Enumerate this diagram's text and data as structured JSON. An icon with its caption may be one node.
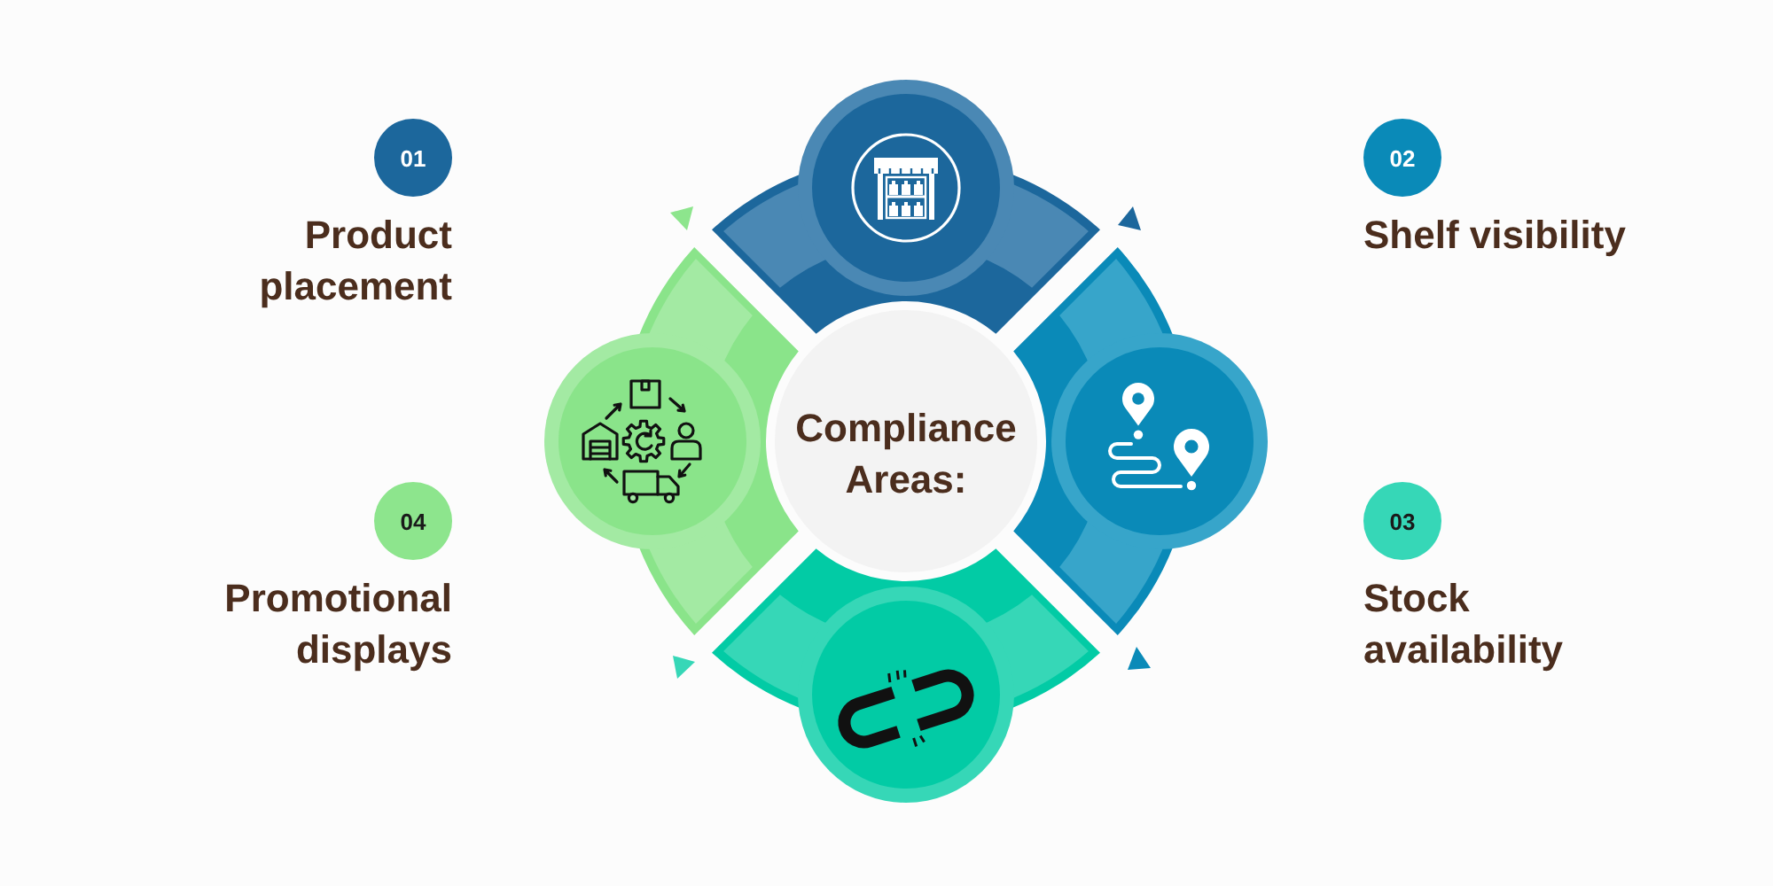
{
  "diagram": {
    "nodes": [
      {
        "text": [
          "Compliance Areas:"
        ]
      },
      {
        "text": [
          "01"
        ],
        "beside": [
          "Product placement"
        ]
      },
      {
        "text": [
          "02"
        ],
        "beside": [
          "Shelf visibility"
        ]
      },
      {
        "text": [
          "03"
        ],
        "beside": [
          "Stock availability"
        ]
      },
      {
        "text": [
          "04"
        ],
        "beside": [
          "Promotional displays"
        ]
      }
    ]
  }
}
